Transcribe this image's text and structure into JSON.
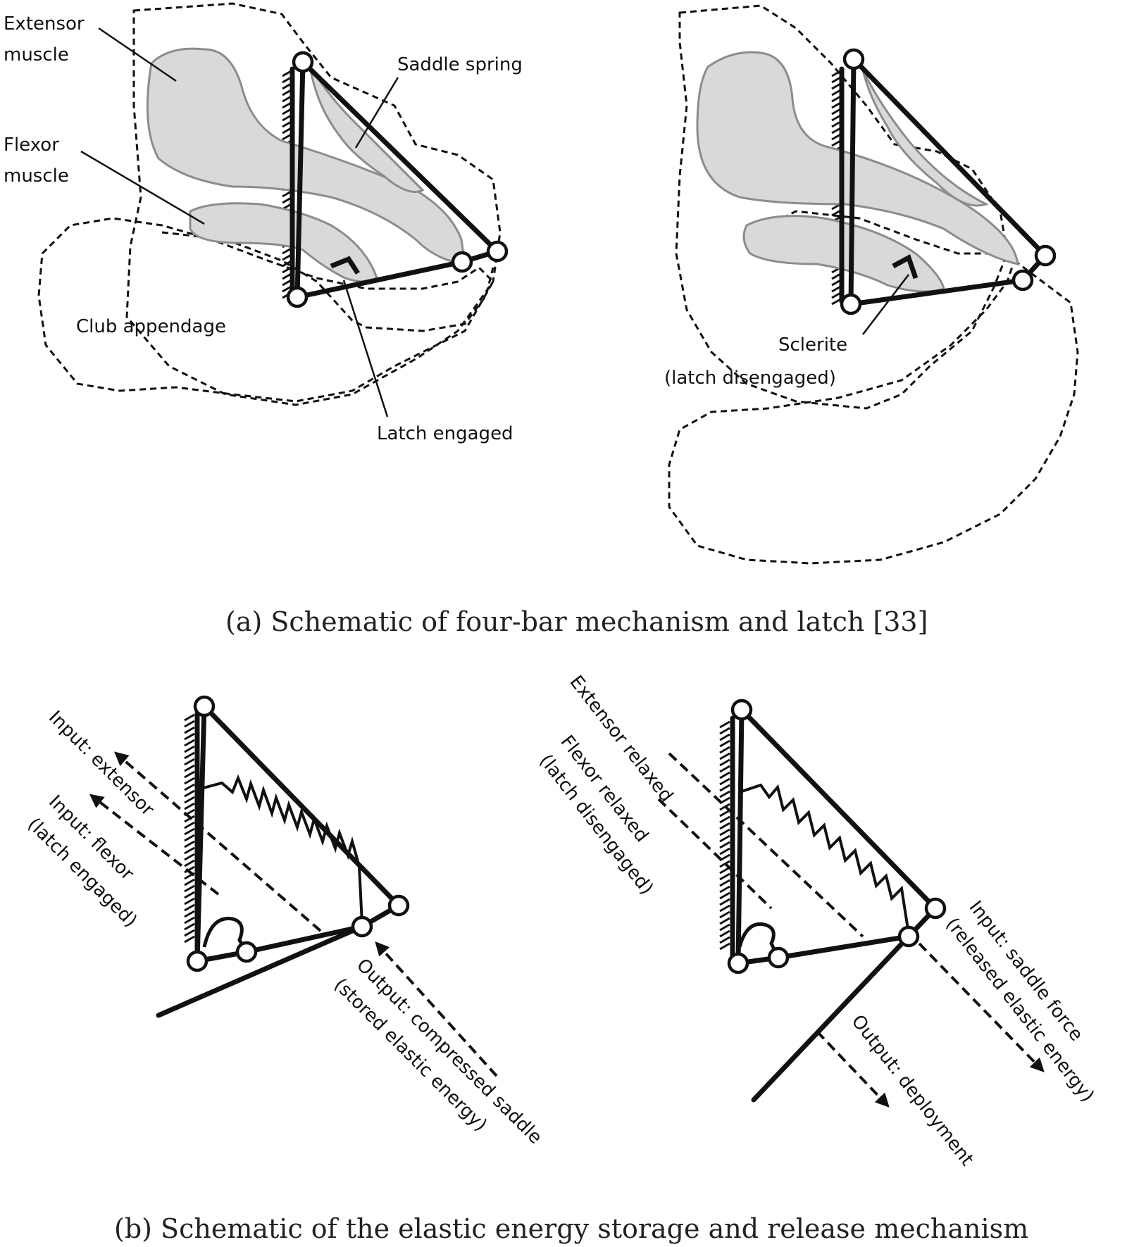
{
  "panel_a": {
    "caption": "(a) Schematic of four-bar mechanism and latch [33]",
    "left": {
      "extensor_l1": "Extensor",
      "extensor_l2": "muscle",
      "flexor_l1": "Flexor",
      "flexor_l2": "muscle",
      "saddle": "Saddle spring",
      "club": "Club appendage",
      "latch": "Latch engaged"
    },
    "right": {
      "sclerite_l1": "Sclerite",
      "sclerite_l2": "(latch disengaged)"
    }
  },
  "panel_b": {
    "caption": "(b) Schematic of the elastic energy storage and release mechanism",
    "left": {
      "input_extensor": "Input: extensor",
      "input_flexor": "Input: flexor",
      "latch_engaged": "(latch engaged)",
      "output_l1": "Output: compressed saddle",
      "output_l2": "(stored elastic energy)"
    },
    "right": {
      "extensor_relaxed": "Extensor relaxed",
      "flexor_relaxed": "Flexor relaxed",
      "latch_disengaged": "(latch disengaged)",
      "input_l1": "Input: saddle force",
      "input_l2": "(released elastic energy)",
      "output": "Output: deployment"
    }
  },
  "colors": {
    "muscle_fill": "#d9d9d9",
    "muscle_stroke": "#8c8c8c",
    "ink": "#111111"
  }
}
